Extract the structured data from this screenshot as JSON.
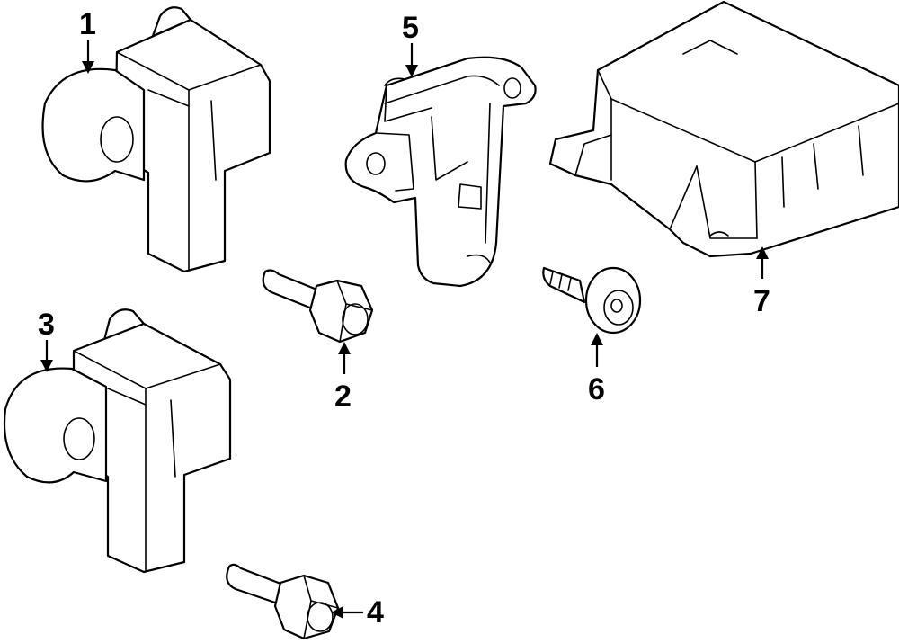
{
  "diagram": {
    "callouts": [
      {
        "id": "1",
        "label": "1"
      },
      {
        "id": "2",
        "label": "2"
      },
      {
        "id": "3",
        "label": "3"
      },
      {
        "id": "4",
        "label": "4"
      },
      {
        "id": "5",
        "label": "5"
      },
      {
        "id": "6",
        "label": "6"
      },
      {
        "id": "7",
        "label": "7"
      }
    ],
    "line_color": "#000000",
    "background_color": "#ffffff"
  }
}
